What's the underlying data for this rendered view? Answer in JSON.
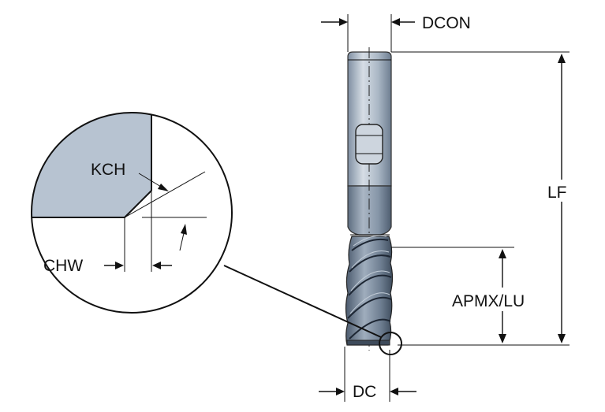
{
  "labels": {
    "dcon": "DCON",
    "lf": "LF",
    "apmx_lu": "APMX/LU",
    "dc": "DC",
    "kch": "KCH",
    "chw": "CHW"
  },
  "colors": {
    "tool_light": "#c9d2dc",
    "tool_mid": "#9aa8b7",
    "tool_dark": "#5a6b7f",
    "detail_fill": "#b3c1d0",
    "line": "#111111"
  },
  "icons": [
    "end-mill-tool",
    "magnifier-detail-circle",
    "dimension-arrows"
  ]
}
